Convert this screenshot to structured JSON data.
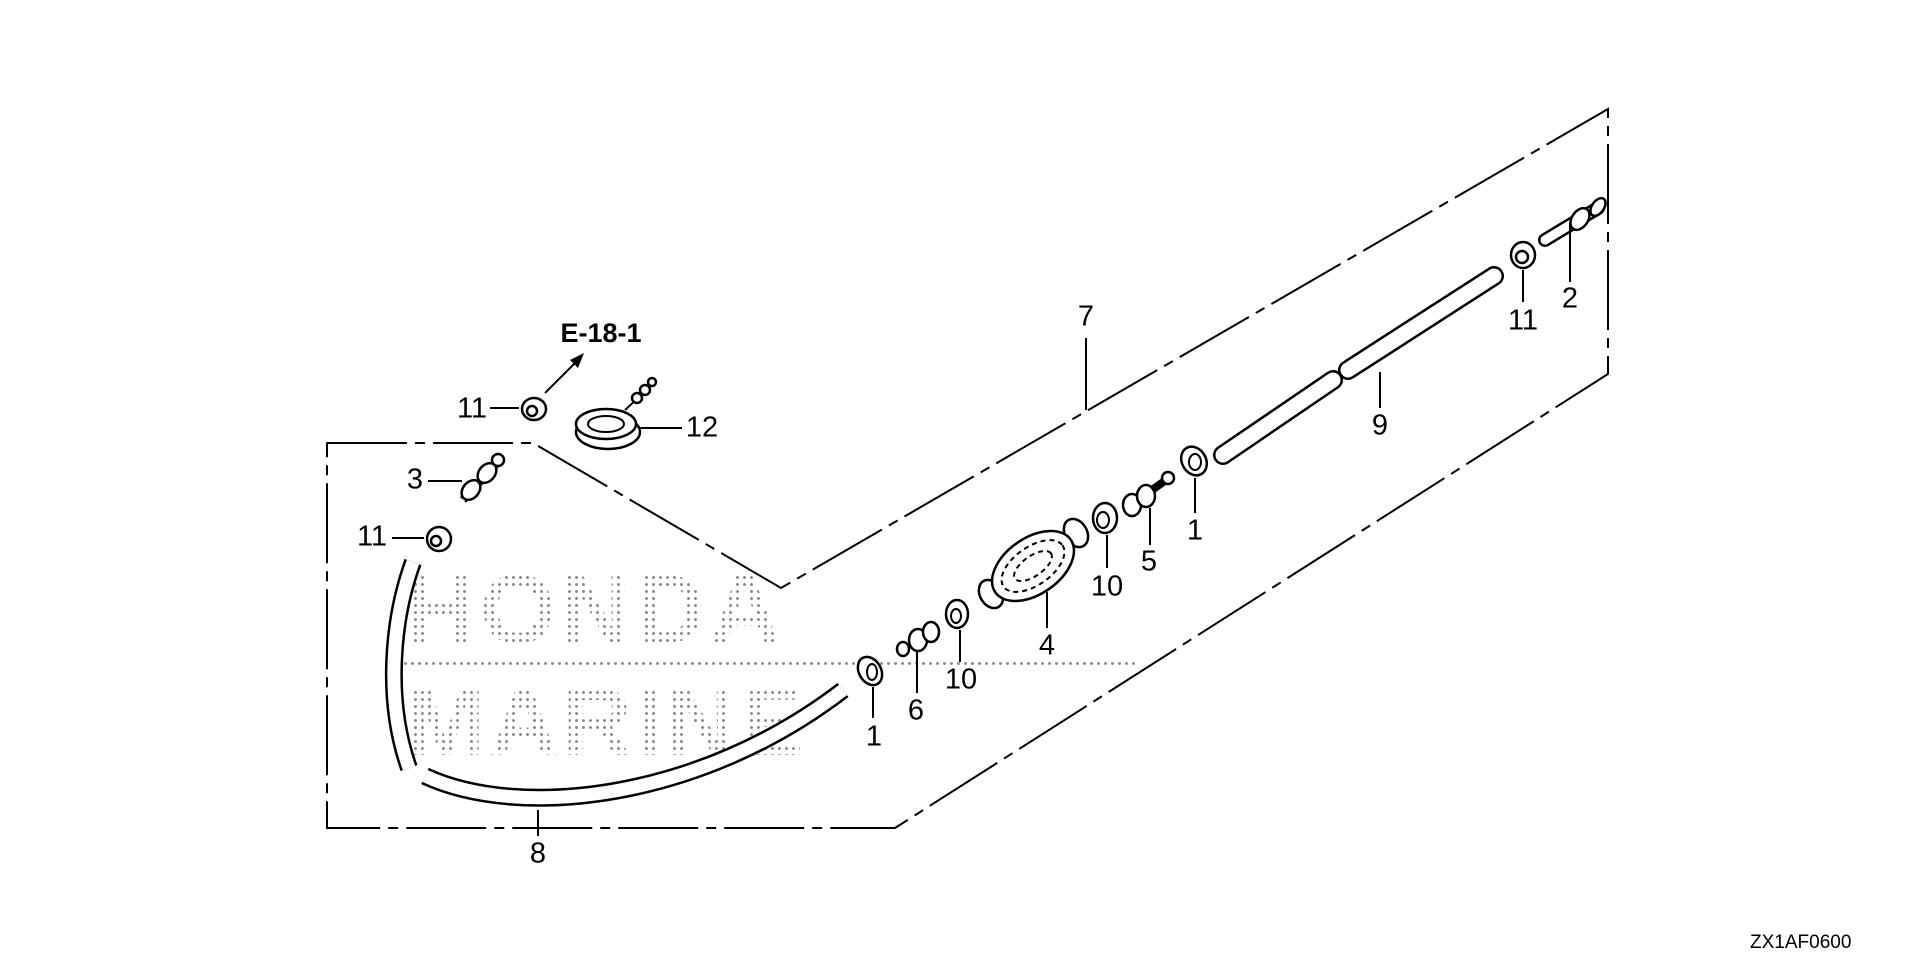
{
  "diagram": {
    "reference": "E-18-1",
    "drawing_code": "ZX1AF0600",
    "watermark": {
      "line1": "HONDA",
      "line2": "MARINE"
    },
    "callouts": {
      "c11a": "11",
      "c12": "12",
      "c3": "3",
      "c11b": "11",
      "c7": "7",
      "c9": "9",
      "c11c": "11",
      "c2": "2",
      "c1a": "1",
      "c5": "5",
      "c10a": "10",
      "c4": "4",
      "c10b": "10",
      "c6": "6",
      "c1b": "1",
      "c8": "8"
    }
  }
}
